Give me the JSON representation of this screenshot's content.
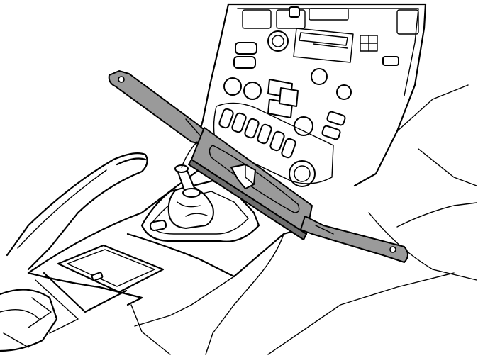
{
  "illustration": {
    "colors": {
      "line": "#000000",
      "background": "#ffffff",
      "tool_fill": "#9a9a9a",
      "tool_shadow": "#6e6e6e"
    },
    "icons": [
      "center-console",
      "gear-lever",
      "panel-removal-tool"
    ]
  }
}
